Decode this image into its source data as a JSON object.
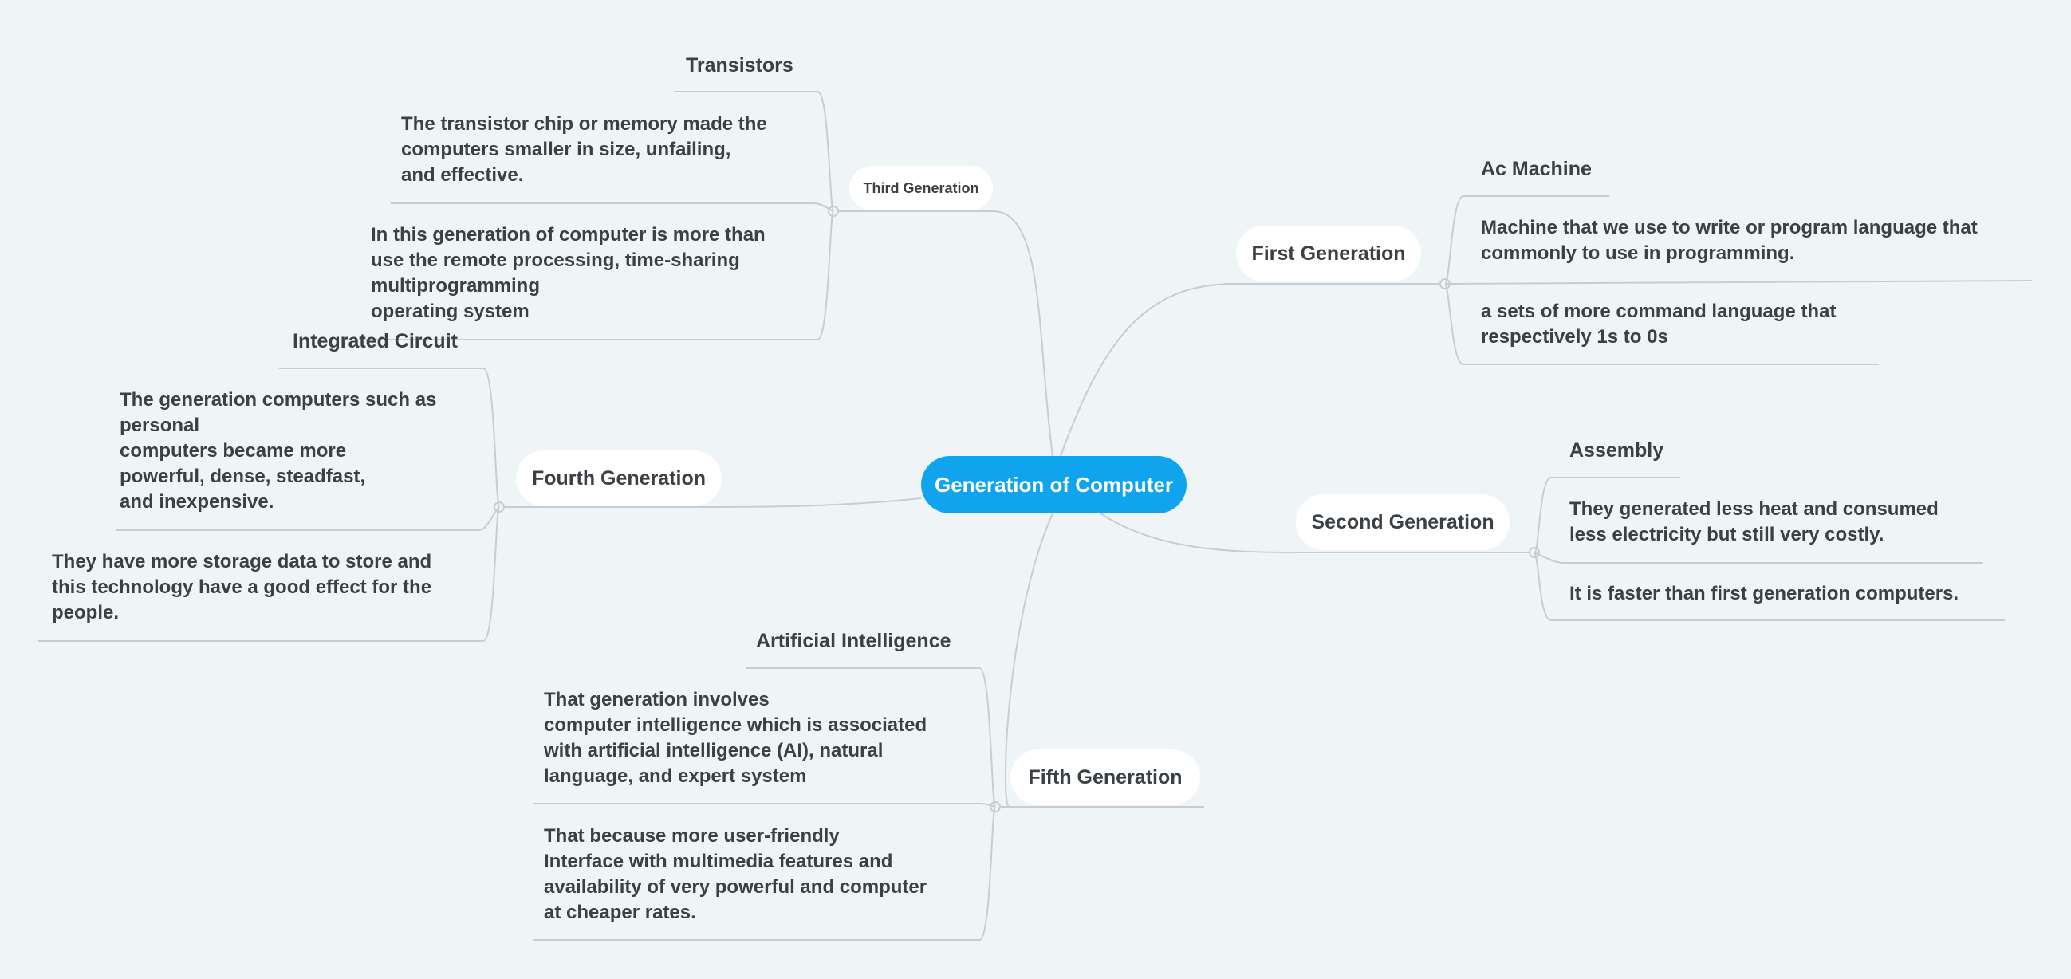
{
  "mindmap": {
    "root": "Generation of Computer",
    "first": {
      "label": "First Generation",
      "items": [
        "Ac Machine",
        "Machine that we use to write or program language that\ncommonly to use in programming.",
        "a sets of more command language that\nrespectively 1s to 0s"
      ]
    },
    "second": {
      "label": "Second Generation",
      "items": [
        "Assembly",
        "They generated less heat and consumed\nless electricity but still very costly.",
        "It is faster than first generation computers."
      ]
    },
    "third": {
      "label": "Third Generation",
      "items": [
        "Transistors",
        "The transistor chip or memory made the\ncomputers smaller in size, unfailing,\nand effective.",
        "In this generation of computer is more than\nuse the remote processing, time-sharing\nmultiprogramming\noperating system"
      ]
    },
    "fourth": {
      "label": "Fourth Generation",
      "items": [
        "Integrated Circuit",
        "The generation computers such as\npersonal\ncomputers became more\npowerful, dense, steadfast,\nand inexpensive.",
        "They have more storage data to store and\nthis technology have a good effect for the\npeople."
      ]
    },
    "fifth": {
      "label": "Fifth Generation",
      "items": [
        "Artificial Intelligence",
        "That generation involves\ncomputer intelligence which is associated\nwith artificial intelligence (AI), natural\nlanguage, and expert system",
        "That because more user-friendly\nInterface with multimedia features and\navailability of very powerful and computer\nat cheaper rates."
      ]
    }
  },
  "colors": {
    "background": "#eff4f7",
    "root_fill": "#10a4ee",
    "connector": "#c8cdd1",
    "text": "#3b4045"
  }
}
